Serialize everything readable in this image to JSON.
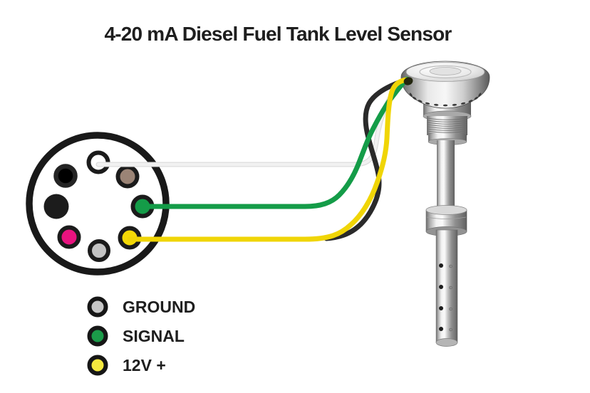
{
  "title": "4-20 mA Diesel Fuel Tank Level Sensor",
  "colors": {
    "background": "#ffffff",
    "outline_black": "#191919",
    "text": "#1e1e1e",
    "wire_white": "#f1f1f1",
    "wire_white_edge": "#dcdcdc",
    "wire_black": "#2a2a2a",
    "wire_green": "#149c48",
    "wire_yellow": "#f0d506"
  },
  "connector": {
    "name": "round-8-pin-connector-rear-view",
    "pins": [
      {
        "name": "white-pin-top",
        "color": "#ffffff"
      },
      {
        "name": "black-pin-upper-left",
        "color": "#000000"
      },
      {
        "name": "brown-pin-upper-right",
        "color": "#9b8476"
      },
      {
        "name": "black-pin-left",
        "color": "#1c1c1c"
      },
      {
        "name": "green-pin-right",
        "color": "#149c48"
      },
      {
        "name": "pink-pin-lower-left",
        "color": "#e8137f"
      },
      {
        "name": "gray-pin-bottom",
        "color": "#c3c3c3"
      },
      {
        "name": "yellow-pin-lower-right",
        "color": "#f4d906"
      }
    ],
    "ring_color": "#1b1b1b"
  },
  "legend": {
    "items": [
      {
        "label": "GROUND",
        "color": "#c6c6c6"
      },
      {
        "label": "SIGNAL",
        "color": "#1b9b49"
      },
      {
        "label": "12V +",
        "color": "#f5e93f"
      }
    ]
  },
  "sensor": {
    "name": "diesel-fuel-tank-level-sensor-probe"
  }
}
